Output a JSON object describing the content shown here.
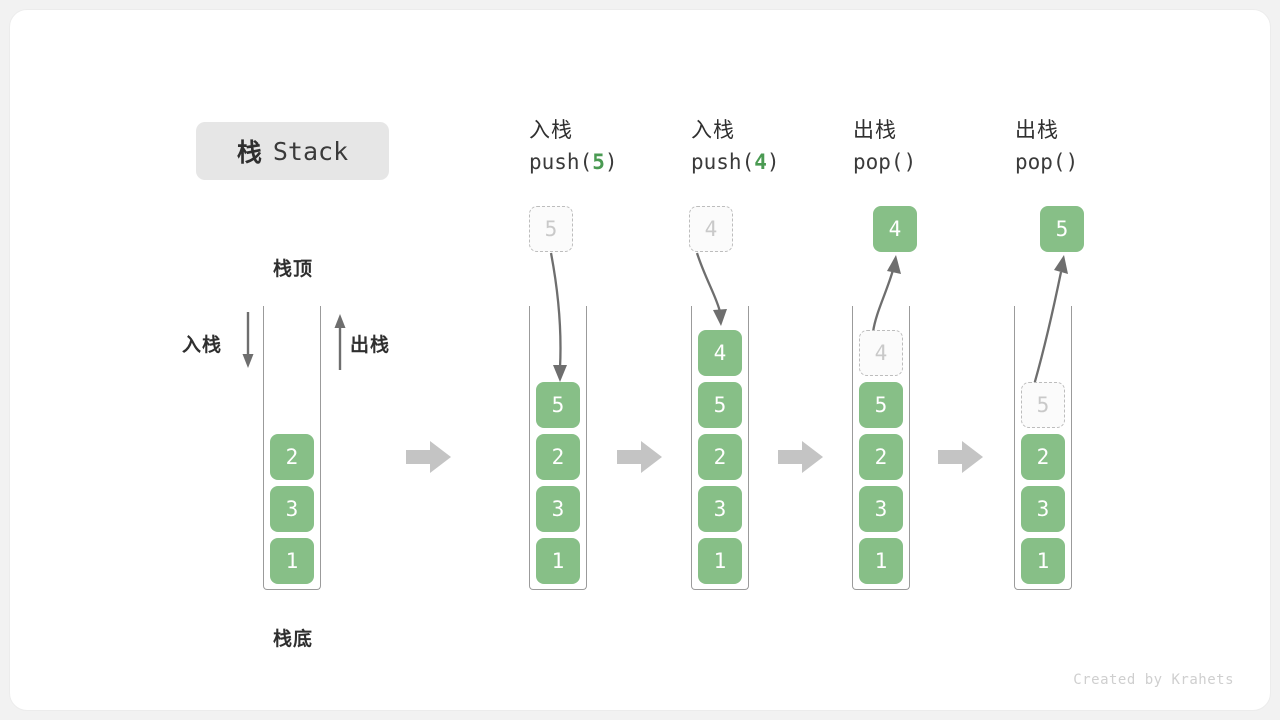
{
  "figure": {
    "title_cn": "栈",
    "title_en": "Stack",
    "credit": "Created by Krahets"
  },
  "colors": {
    "cell_fill": "#87bf87",
    "cell_text": "#ffffff",
    "ghost_fill": "#fbfbfb",
    "ghost_border": "#bdbdbd",
    "ghost_text": "#c9c9c9",
    "tube_stroke": "#9b9b9b",
    "arrow_gray": "#6e6e6e",
    "flow_arrow": "#c4c4c4",
    "badge_bg": "#e6e6e6",
    "accent_green": "#4a9a52",
    "card_bg": "#ffffff",
    "page_bg": "#f2f2f2"
  },
  "annotations": {
    "top_label": "栈顶",
    "bottom_label": "栈底",
    "push_side": "入栈",
    "pop_side": "出栈"
  },
  "columns": [
    {
      "id": "initial",
      "label_cn": "",
      "label_code": "",
      "label_code_arg": "",
      "floating": null,
      "floating_kind": "none",
      "stack": [
        "2",
        "3",
        "1"
      ],
      "ghost_index": -1
    },
    {
      "id": "push-5",
      "label_cn": "入栈",
      "label_code_pre": "push(",
      "label_code_arg": "5",
      "label_code_post": ")",
      "floating": "5",
      "floating_kind": "ghost",
      "stack": [
        "5",
        "2",
        "3",
        "1"
      ],
      "ghost_index": -1
    },
    {
      "id": "push-4",
      "label_cn": "入栈",
      "label_code_pre": "push(",
      "label_code_arg": "4",
      "label_code_post": ")",
      "floating": "4",
      "floating_kind": "ghost",
      "stack": [
        "4",
        "5",
        "2",
        "3",
        "1"
      ],
      "ghost_index": -1
    },
    {
      "id": "pop-4",
      "label_cn": "出栈",
      "label_code_pre": "pop(",
      "label_code_arg": "",
      "label_code_post": ")",
      "floating": "4",
      "floating_kind": "solid",
      "stack": [
        "4",
        "5",
        "2",
        "3",
        "1"
      ],
      "ghost_index": 0
    },
    {
      "id": "pop-5",
      "label_cn": "出栈",
      "label_code_pre": "pop(",
      "label_code_arg": "",
      "label_code_post": ")",
      "floating": "5",
      "floating_kind": "solid",
      "stack": [
        "",
        "5",
        "2",
        "3",
        "1"
      ],
      "ghost_index": 1
    }
  ]
}
